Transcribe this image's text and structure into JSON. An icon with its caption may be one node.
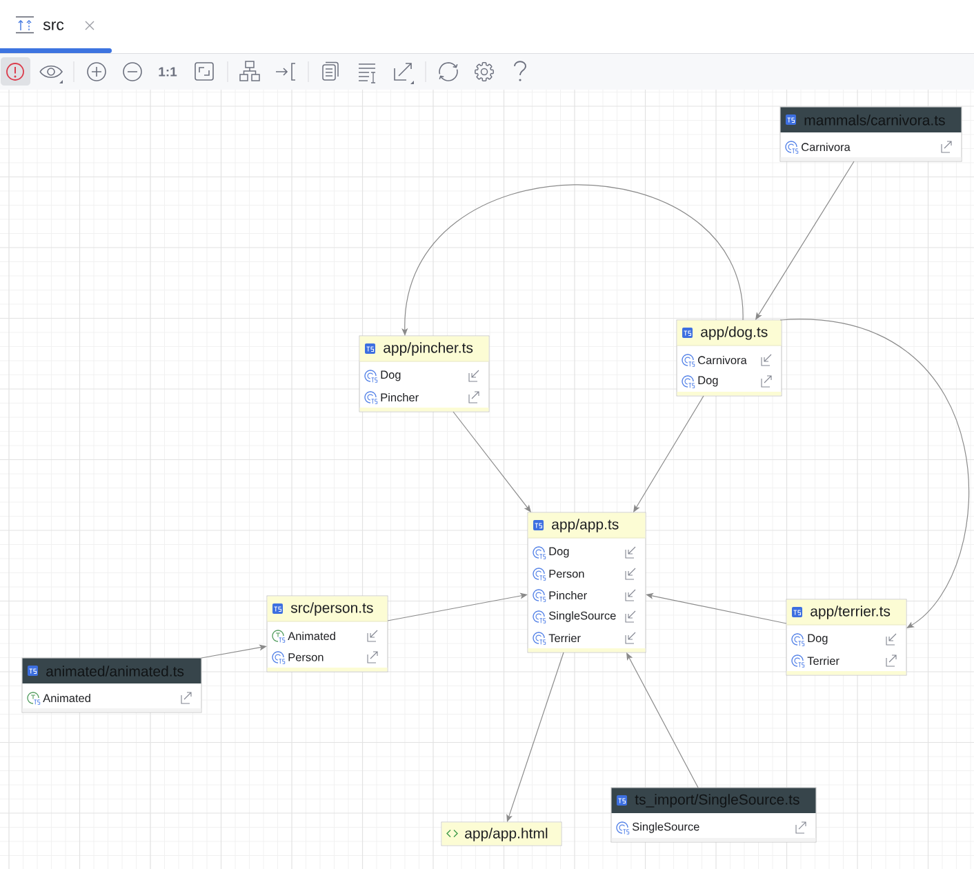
{
  "diagram": {
    "nodes": [
      {
        "text": [
          "mammals/carnivora.ts",
          "Carnivora"
        ]
      },
      {
        "text": [
          "app/pincher.ts",
          "Dog",
          "Pincher"
        ]
      },
      {
        "text": [
          "app/dog.ts",
          "Carnivora",
          "Dog"
        ]
      },
      {
        "text": [
          "app/app.ts",
          "Dog",
          "Person",
          "Pincher",
          "SingleSource",
          "Terrier"
        ]
      },
      {
        "text": [
          "src/person.ts",
          "Animated",
          "Person"
        ]
      },
      {
        "text": [
          "app/terrier.ts",
          "Dog",
          "Terrier"
        ]
      },
      {
        "text": [
          "animated/animated.ts",
          "Animated"
        ]
      },
      {
        "text": [
          "app/app.html"
        ]
      },
      {
        "text": [
          "ts_import/SingleSource.ts",
          "SingleSource"
        ]
      }
    ],
    "edges": [
      {
        "from": 0,
        "to": 2,
        "arrow": "to"
      },
      {
        "from": 2,
        "to": 1,
        "arrow": "to"
      },
      {
        "from": 2,
        "to": 5,
        "arrow": "to"
      },
      {
        "from": 1,
        "to": 3,
        "arrow": "to"
      },
      {
        "from": 2,
        "to": 3,
        "arrow": "to"
      },
      {
        "from": 4,
        "to": 3,
        "arrow": "to"
      },
      {
        "from": 5,
        "to": 3,
        "arrow": "to"
      },
      {
        "from": 6,
        "to": 4,
        "arrow": "to"
      },
      {
        "from": 3,
        "to": 7,
        "arrow": "to"
      },
      {
        "from": 8,
        "to": 3,
        "arrow": "to"
      }
    ],
    "labels": [
      "src",
      "1:1"
    ]
  }
}
